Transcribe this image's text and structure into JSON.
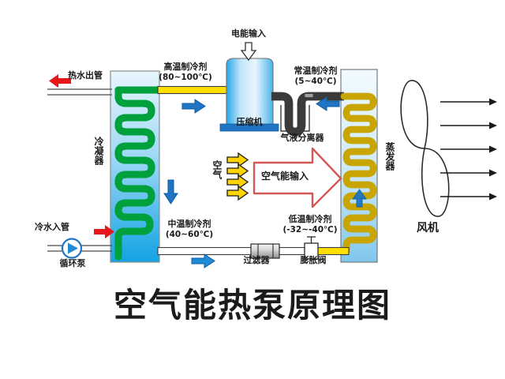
{
  "title": "空气能热泵原理图",
  "colors": {
    "tank_blue_dark": "#1ba1e2",
    "tank_blue_light": "#cfe9fa",
    "coil_yellow": "#ffe000",
    "coil_red": "#ff1a00",
    "coil_green": "#00a03c",
    "arrow_blue": "#1f74c4",
    "arrow_red": "#e8161a",
    "arrow_yellow": "#ffd400",
    "big_arrow_outline": "#d23c3c",
    "pipe_gray": "#555555",
    "compressor_base": "#1f74c4"
  },
  "labels": {
    "power_input": "电能输入",
    "hot_water_out": "热水出管",
    "cold_water_in": "冷水入管",
    "circulation_pump": "循环泵",
    "condenser": "冷凝器",
    "evaporator": "蒸发器",
    "compressor": "压缩机",
    "gas_liquid_separator": "气液分离器",
    "filter": "过滤器",
    "expansion_valve": "膨胀阀",
    "air": "空气",
    "air_energy_input": "空气能输入",
    "fan": "风机"
  },
  "refrigerant_states": [
    {
      "id": "high-temp",
      "name": "高温制冷剂",
      "range": "(80~100℃)"
    },
    {
      "id": "normal-temp",
      "name": "常温制冷剂",
      "range": "(5~40℃)"
    },
    {
      "id": "mid-temp",
      "name": "中温制冷剂",
      "range": "(40~60℃)"
    },
    {
      "id": "low-temp",
      "name": "低温制冷剂",
      "range": "(-32~-40℃)"
    }
  ],
  "flow_arrows": {
    "hot_water_direction": "left",
    "cold_water_direction": "right",
    "refrigerant_top_direction": "left",
    "refrigerant_bottom_direction": "right",
    "condenser_internal_direction": "down",
    "evaporator_internal_direction": "up",
    "air_arrow_count": 4,
    "fan_airflow_arrow_count": 5
  }
}
